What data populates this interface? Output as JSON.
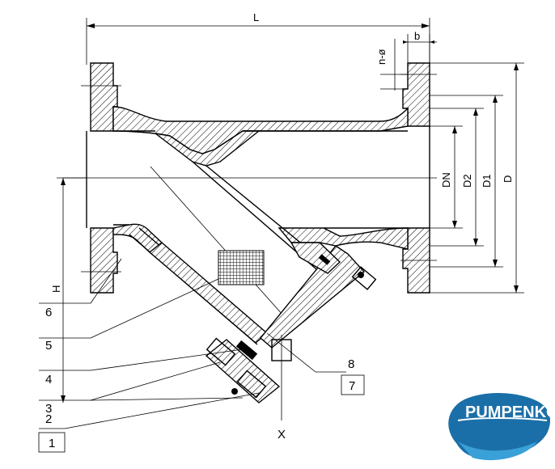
{
  "dimensions": {
    "length": "L",
    "flange_thickness": "b",
    "bolt_holes": "n-ø",
    "nominal_diameter": "DN",
    "d2": "D2",
    "d1": "D1",
    "outer_diameter": "D",
    "height": "H",
    "detail_x": "X"
  },
  "callouts": [
    {
      "id": "6"
    },
    {
      "id": "5"
    },
    {
      "id": "4"
    },
    {
      "id": "3"
    },
    {
      "id": "2"
    },
    {
      "id": "1"
    },
    {
      "id": "8"
    },
    {
      "id": "7"
    }
  ],
  "logo": {
    "text": "PUMPENKOST",
    "colors": [
      "#1b6fa8",
      "#3aa0d8",
      "#ffffff"
    ]
  }
}
